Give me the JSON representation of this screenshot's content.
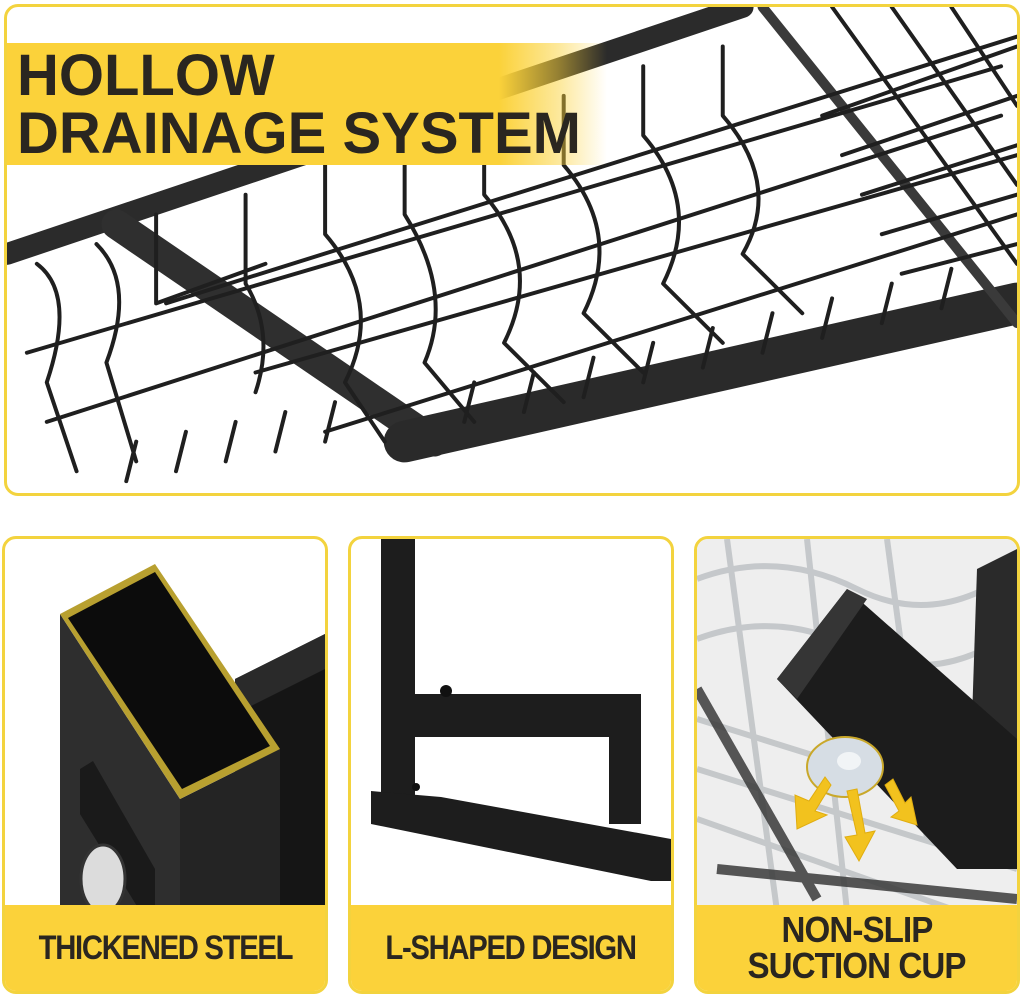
{
  "hero": {
    "title_lines": [
      "HOLLOW",
      "DRAINAGE SYSTEM"
    ],
    "image": "wire-dish-rack-underside-icon"
  },
  "features": [
    {
      "label_lines": [
        "THICKENED STEEL"
      ],
      "image": "hollow-square-steel-tube-icon"
    },
    {
      "label_lines": [
        "L-SHAPED DESIGN"
      ],
      "image": "l-shaped-frame-leg-icon"
    },
    {
      "label_lines": [
        "NON-SLIP",
        "SUCTION CUP"
      ],
      "image": "suction-cup-foot-icon"
    }
  ],
  "colors": {
    "accent_yellow": "#fbd23a",
    "border_yellow": "#f3d33e",
    "text_dark": "#2a2620",
    "metal_black": "#1c1c1c",
    "background": "#ffffff"
  }
}
